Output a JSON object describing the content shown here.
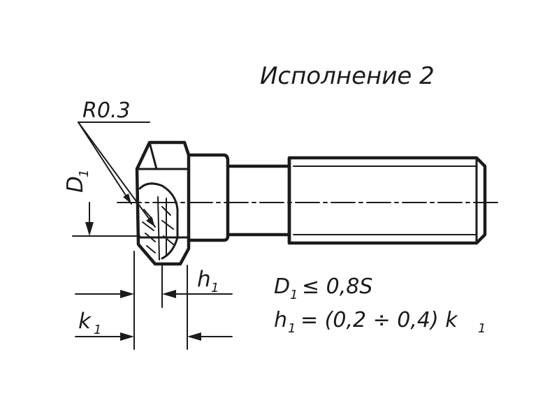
{
  "diagram": {
    "title": "Исполнение 2",
    "radius_label": "R0.3",
    "labels": {
      "D1": {
        "base": "D",
        "sub": "1"
      },
      "h1": {
        "base": "h",
        "sub": "1"
      },
      "k1": {
        "base": "k",
        "sub": "1"
      }
    },
    "formulas": [
      {
        "lhs_base": "D",
        "lhs_sub": "1",
        "rest": "≤ 0,8S"
      },
      {
        "lhs_base": "h",
        "lhs_sub": "1",
        "rest": "= (0,2 ÷ 0,4) k",
        "tail_sub": "1"
      }
    ]
  },
  "colors": {
    "ink": "#1b1b1b",
    "background": "#ffffff"
  }
}
